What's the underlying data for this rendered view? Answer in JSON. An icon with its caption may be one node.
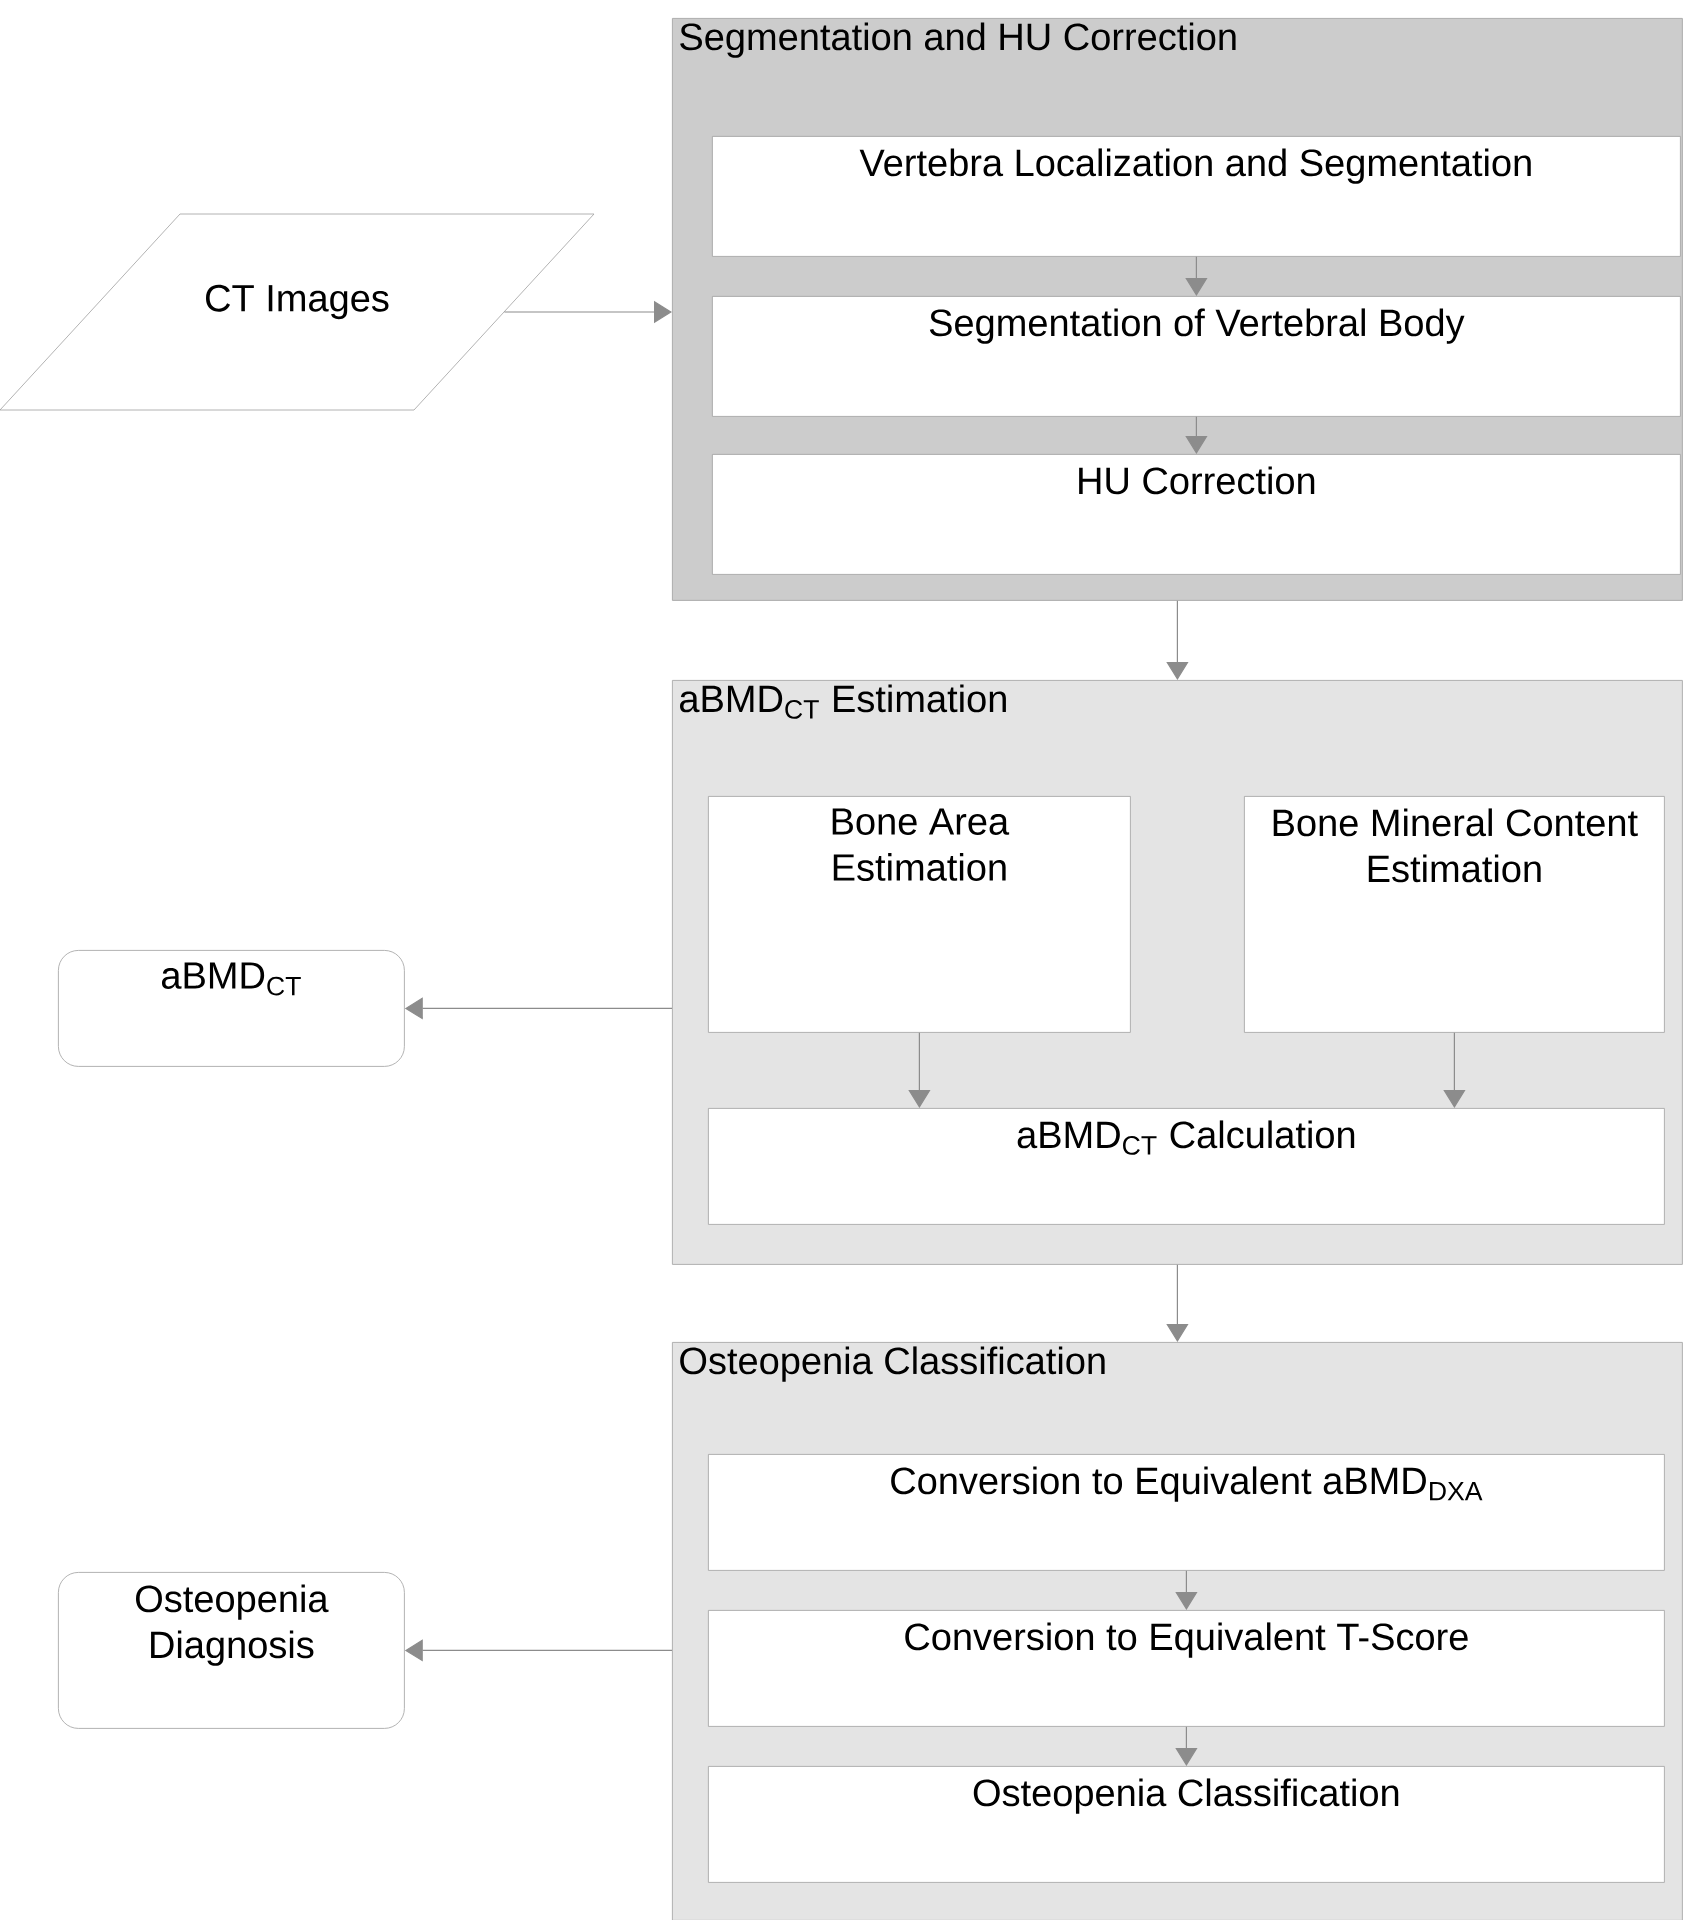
{
  "diagram": {
    "nodes": [
      {
        "text": [
          "CT Images"
        ]
      },
      {
        "text": [
          "Segmentation and HU Correction"
        ]
      },
      {
        "text": [
          "Vertebra Localization and Segmentation"
        ],
        "in": 1
      },
      {
        "text": [
          "Segmentation of Vertebral Body"
        ],
        "in": 1
      },
      {
        "text": [
          "HU Correction"
        ],
        "in": 1
      },
      {
        "text": [
          "aBMD$_{CT}$ Estimation"
        ]
      },
      {
        "text": [
          "Bone Area Estimation"
        ],
        "in": 5
      },
      {
        "text": [
          "Bone Mineral Content Estimation"
        ],
        "in": 5
      },
      {
        "text": [
          "aBMD$_{CT}$ Calculation"
        ],
        "in": 5
      },
      {
        "text": [
          "aBMD$_{CT}$"
        ]
      },
      {
        "text": [
          "Osteopenia Classification"
        ]
      },
      {
        "text": [
          "Conversion to Equivalent aBMD$_{DXA}$"
        ],
        "in": 10
      },
      {
        "text": [
          "Conversion to Equivalent T-Score"
        ],
        "in": 10
      },
      {
        "text": [
          "Osteopenia Classification"
        ],
        "in": 10
      },
      {
        "text": [
          "Osteopenia Diagnosis"
        ]
      }
    ],
    "edges": [
      {
        "from": 0,
        "to": 1,
        "arrow": "to"
      },
      {
        "from": 2,
        "to": 3,
        "arrow": "to"
      },
      {
        "from": 3,
        "to": 4,
        "arrow": "to"
      },
      {
        "from": 1,
        "to": 5,
        "arrow": "to"
      },
      {
        "from": 6,
        "to": 8,
        "arrow": "to"
      },
      {
        "from": 7,
        "to": 8,
        "arrow": "to"
      },
      {
        "from": 5,
        "to": 9,
        "arrow": "to"
      },
      {
        "from": 5,
        "to": 10,
        "arrow": "to"
      },
      {
        "from": 11,
        "to": 12,
        "arrow": "to"
      },
      {
        "from": 12,
        "to": 13,
        "arrow": "to"
      },
      {
        "from": 10,
        "to": 14,
        "arrow": "to"
      }
    ]
  }
}
